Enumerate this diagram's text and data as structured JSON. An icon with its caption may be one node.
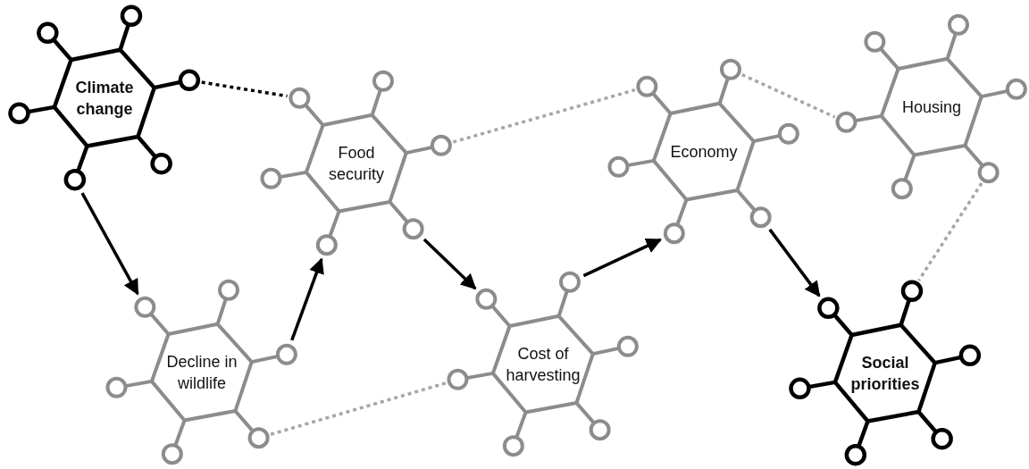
{
  "diagram": {
    "nodes": [
      {
        "text": [
          "Climate change"
        ]
      },
      {
        "text": [
          "Food security"
        ]
      },
      {
        "text": [
          "Economy"
        ]
      },
      {
        "text": [
          "Housing"
        ]
      },
      {
        "text": [
          "Decline in wildlife"
        ]
      },
      {
        "text": [
          "Cost of harvesting"
        ]
      },
      {
        "text": [
          "Social priorities"
        ]
      }
    ],
    "edges": [
      {
        "from": 0,
        "to": 4,
        "arrow": "to"
      },
      {
        "from": 0,
        "to": 1,
        "arrow": "none",
        "style": "dashed"
      },
      {
        "from": 4,
        "to": 1,
        "arrow": "to"
      },
      {
        "from": 1,
        "to": 5,
        "arrow": "to"
      },
      {
        "from": 5,
        "to": 2,
        "arrow": "to"
      },
      {
        "from": 2,
        "to": 6,
        "arrow": "to"
      },
      {
        "from": 1,
        "to": 2,
        "arrow": "none",
        "style": "dashed",
        "color": "#a6a6a6"
      },
      {
        "from": 2,
        "to": 3,
        "arrow": "none",
        "style": "dashed",
        "color": "#a6a6a6"
      },
      {
        "from": 3,
        "to": 6,
        "arrow": "none",
        "style": "dashed",
        "color": "#a6a6a6"
      },
      {
        "from": 4,
        "to": 5,
        "arrow": "none",
        "style": "dashed",
        "color": "#a6a6a6"
      }
    ]
  }
}
